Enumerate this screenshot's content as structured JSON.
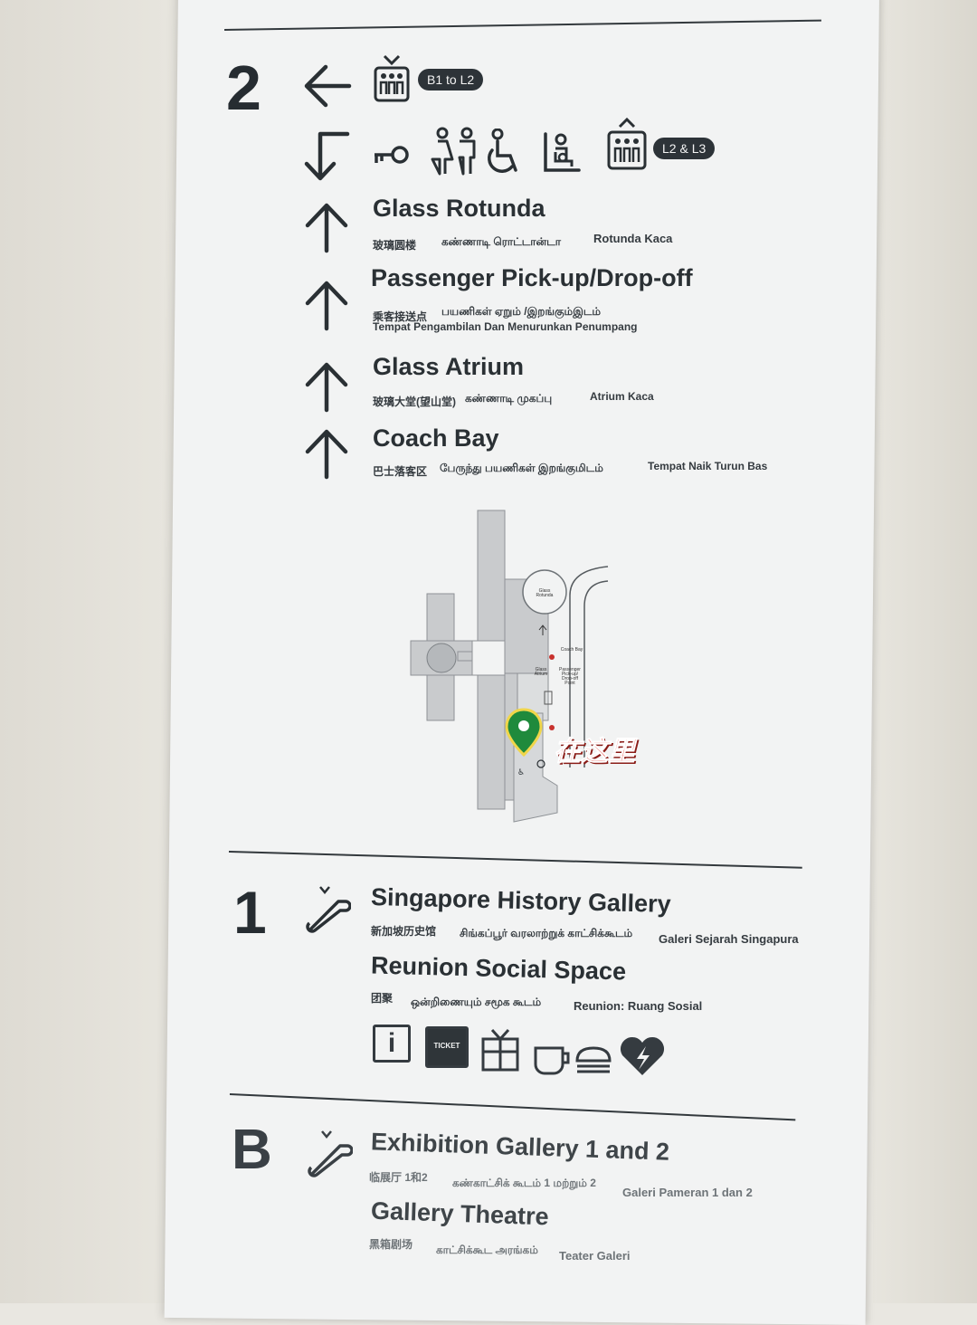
{
  "sections": [
    {
      "floor": "2",
      "lifts": [
        {
          "label": "B1 to L2",
          "icon": "lift-icon"
        },
        {
          "label": "L2 & L3",
          "icon": "lift-icon"
        }
      ],
      "facility_icons": [
        "key-icon",
        "restroom-icon",
        "accessible-icon",
        "nursing-room-icon",
        "lift-icon"
      ],
      "destinations": [
        {
          "title": "Glass Rotunda",
          "chinese": "玻璃圆楼",
          "tamil": "கண்ணாடி ரொட்டான்டா",
          "malay": "Rotunda Kaca"
        },
        {
          "title": "Passenger Pick-up/Drop-off",
          "chinese": "乘客接送点",
          "tamil": "பயணிகள் ஏறும் /இறங்கும்இடம்",
          "malay": "Tempat Pengambilan Dan Menurunkan Penumpang"
        },
        {
          "title": "Glass Atrium",
          "chinese": "玻璃大堂(望山堂)",
          "tamil": "கண்ணாடி முகப்பு",
          "malay": "Atrium Kaca"
        },
        {
          "title": "Coach Bay",
          "chinese": "巴士落客区",
          "tamil": "பேருந்து பயணிகள் இறங்குமிடம்",
          "malay": "Tempat Naik Turun Bas"
        }
      ],
      "map": {
        "labels": {
          "rotunda": "Glass Rotunda",
          "coach": "Coach Bay",
          "atrium": "Glass Atrium",
          "pickup": "Passenger Pick-up/ Drop-off Point"
        },
        "marker_text": "在这里"
      }
    },
    {
      "floor": "1",
      "icon": "escalator-icon",
      "destinations": [
        {
          "title": "Singapore History Gallery",
          "chinese": "新加坡历史馆",
          "tamil": "சிங்கப்பூர் வரலாற்றுக் காட்சிக்கூடம்",
          "malay": "Galeri Sejarah Singapura"
        },
        {
          "title": "Reunion Social Space",
          "chinese": "团聚",
          "tamil": "ஒன்றிணையும் சமூக கூடம்",
          "malay": "Reunion: Ruang Sosial"
        }
      ],
      "amenities": [
        {
          "icon": "info-icon",
          "label": "i"
        },
        {
          "icon": "ticket-icon",
          "label": "TICKET"
        },
        {
          "icon": "gift-shop-icon"
        },
        {
          "icon": "cafe-icon"
        },
        {
          "icon": "aed-icon"
        }
      ]
    },
    {
      "floor": "B",
      "icon": "escalator-icon",
      "destinations": [
        {
          "title": "Exhibition Gallery 1 and 2",
          "chinese": "临展厅 1和2",
          "tamil": "கண்காட்சிக் கூடம் 1 மற்றும் 2",
          "malay": "Galeri Pameran 1 dan 2"
        },
        {
          "title": "Gallery Theatre",
          "chinese": "黑箱剧场",
          "tamil": "காட்சிக்கூட அரங்கம்",
          "malay": "Teater Galeri"
        }
      ]
    }
  ]
}
